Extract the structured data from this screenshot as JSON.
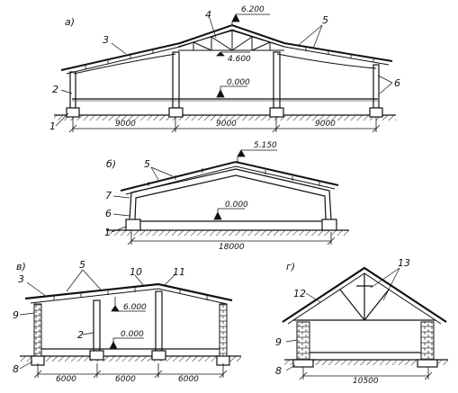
{
  "panels": {
    "a": {
      "letter": "а)",
      "ridge_mark": "6.200",
      "truss_mark": "4.600",
      "floor_mark": "0.000",
      "spans": [
        "9000",
        "9000",
        "9000"
      ],
      "callouts": [
        "1",
        "2",
        "3",
        "4",
        "5",
        "6"
      ]
    },
    "b": {
      "letter": "б)",
      "ridge_mark": "5.150",
      "floor_mark": "0.000",
      "span": "18000",
      "callouts": [
        "1",
        "5",
        "6",
        "7"
      ]
    },
    "v": {
      "letter": "в)",
      "ridge_mark": "6.000",
      "floor_mark": "0.000",
      "spans": [
        "6000",
        "6000",
        "6000"
      ],
      "callouts": [
        "2",
        "3",
        "5",
        "8",
        "9",
        "10",
        "11"
      ]
    },
    "g": {
      "letter": "г)",
      "span": "10500",
      "callouts": [
        "8",
        "9",
        "12",
        "13"
      ]
    }
  }
}
